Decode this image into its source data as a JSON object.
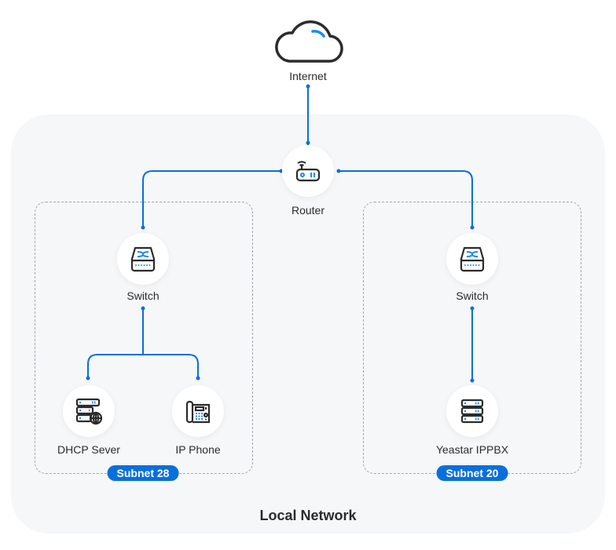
{
  "diagram": {
    "title": "Local Network",
    "accent_color": "#0a6fdb",
    "internet": {
      "label": "Internet",
      "icon": "cloud-icon"
    },
    "router": {
      "label": "Router",
      "icon": "router-icon"
    },
    "subnets": [
      {
        "label": "Subnet 28",
        "switch": {
          "label": "Switch",
          "icon": "switch-icon"
        },
        "devices": [
          {
            "label": "DHCP Sever",
            "icon": "dhcp-server-icon"
          },
          {
            "label": "IP Phone",
            "icon": "ip-phone-icon"
          }
        ]
      },
      {
        "label": "Subnet 20",
        "switch": {
          "label": "Switch",
          "icon": "switch-icon"
        },
        "devices": [
          {
            "label": "Yeastar IPPBX",
            "icon": "ippbx-server-icon"
          }
        ]
      }
    ]
  }
}
